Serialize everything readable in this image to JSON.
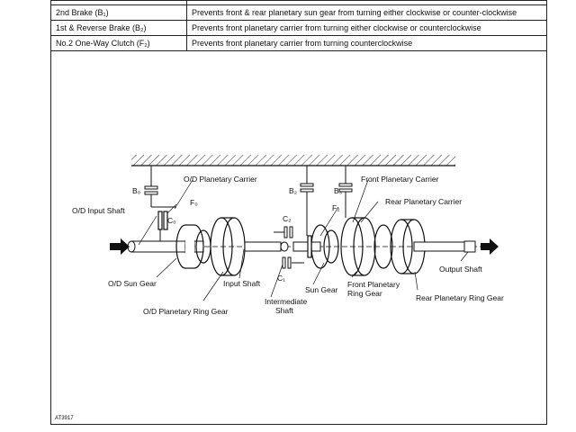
{
  "table": {
    "rows": [
      {
        "component": "2nd Brake (B₁)",
        "function": "Prevents front & rear planetary sun gear from turning either clockwise or counter-clockwise"
      },
      {
        "component": "1st & Reverse Brake (B₂)",
        "function": "Prevents front planetary carrier from turning either clockwise or counterclockwise"
      },
      {
        "component": "No.2 One-Way Clutch (F₂)",
        "function": "Prevents front planetary carrier from turning counterclockwise"
      }
    ]
  },
  "diagram": {
    "labels": {
      "od_planetary_carrier": "O/D Planetary Carrier",
      "front_planetary_carrier": "Front Planetary Carrier",
      "rear_planetary_carrier": "Rear Planetary Carrier",
      "od_input_shaft": "O/D Input Shaft",
      "b0": "B₀",
      "f0": "F₀",
      "c0": "C₀",
      "b2": "B₂",
      "b3": "B₃",
      "c2": "C₂",
      "f2": "F₂",
      "c1": "C₁",
      "od_sun_gear": "O/D Sun Gear",
      "input_shaft": "Input Shaft",
      "sun_gear": "Sun Gear",
      "front_planetary_ring_gear": "Front Planetary Ring Gear",
      "rear_planetary_ring_gear": "Rear Planetary Ring Gear",
      "output_shaft": "Output Shaft",
      "od_planetary_ring_gear": "O/D Planetary Ring Gear",
      "intermediate_shaft": "Intermediate Shaft"
    }
  },
  "figure_code": "AT3917"
}
